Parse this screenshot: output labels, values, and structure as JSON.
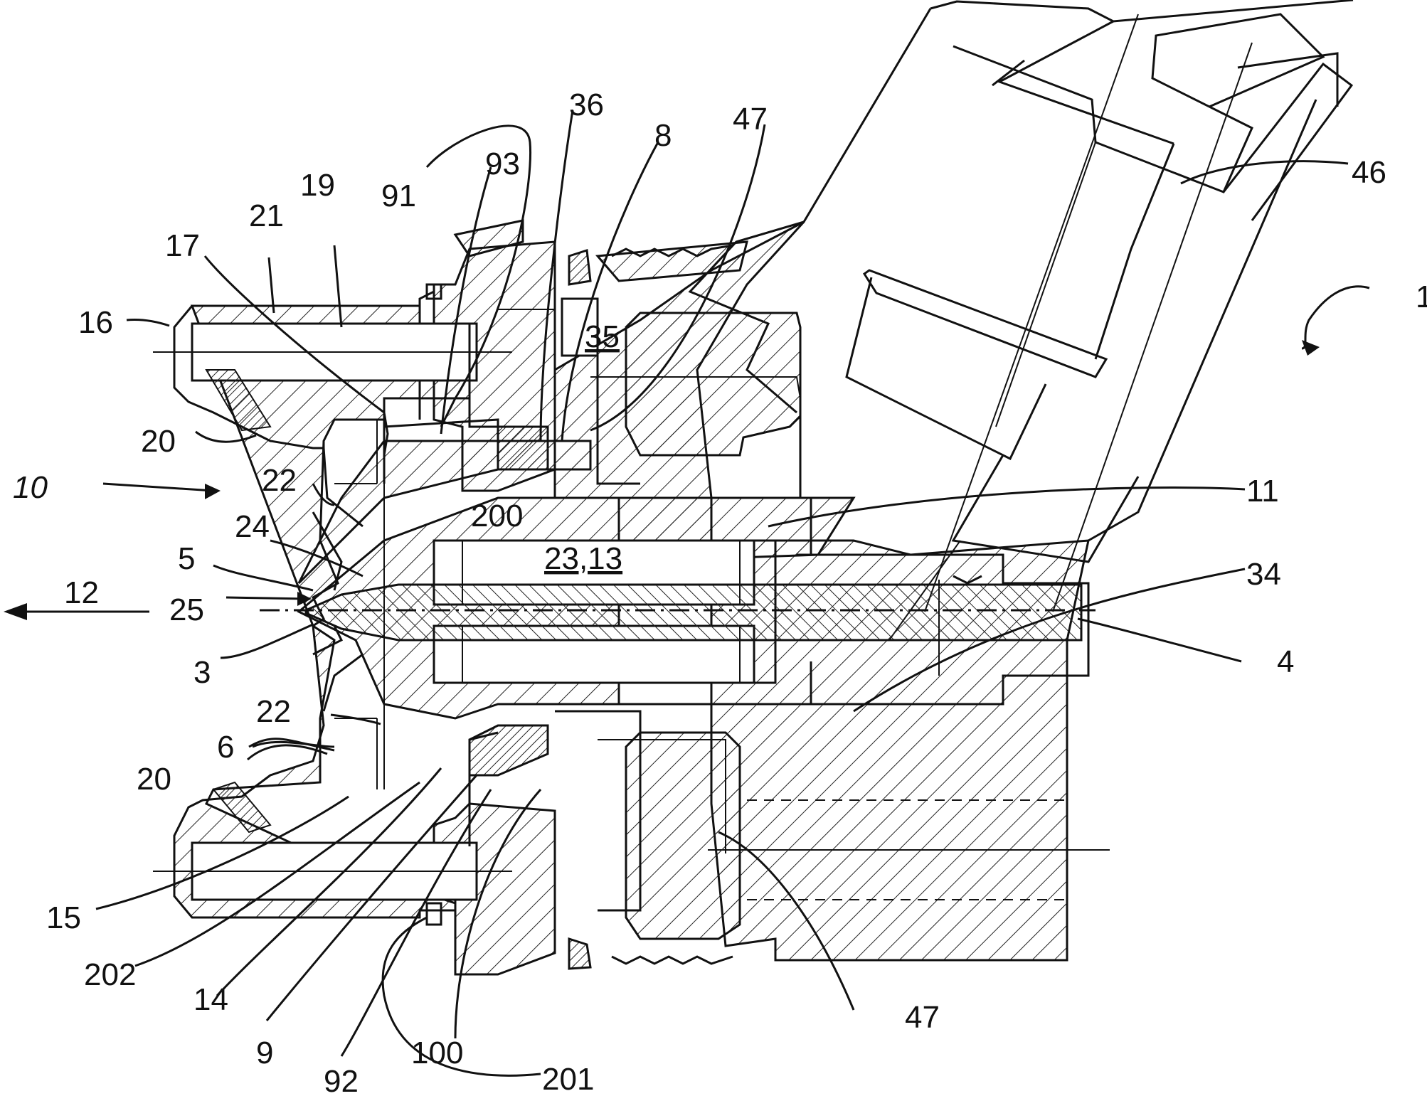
{
  "figure": {
    "labels": [
      {
        "id": "l16",
        "text": "16"
      },
      {
        "id": "l17",
        "text": "17"
      },
      {
        "id": "l21",
        "text": "21"
      },
      {
        "id": "l19",
        "text": "19"
      },
      {
        "id": "l91",
        "text": "91"
      },
      {
        "id": "l93",
        "text": "93"
      },
      {
        "id": "l36",
        "text": "36"
      },
      {
        "id": "l8",
        "text": "8"
      },
      {
        "id": "l47a",
        "text": "47"
      },
      {
        "id": "l46",
        "text": "46"
      },
      {
        "id": "l1",
        "text": "1"
      },
      {
        "id": "l35",
        "text": "35"
      },
      {
        "id": "l20a",
        "text": "20"
      },
      {
        "id": "l10",
        "text": "10"
      },
      {
        "id": "l22a",
        "text": "22"
      },
      {
        "id": "l200",
        "text": "200"
      },
      {
        "id": "l11",
        "text": "11"
      },
      {
        "id": "l24",
        "text": "24"
      },
      {
        "id": "l2313",
        "text": "23,13"
      },
      {
        "id": "l5",
        "text": "5"
      },
      {
        "id": "l34",
        "text": "34"
      },
      {
        "id": "l12",
        "text": "12"
      },
      {
        "id": "l25",
        "text": "25"
      },
      {
        "id": "l3",
        "text": "3"
      },
      {
        "id": "l4",
        "text": "4"
      },
      {
        "id": "l22b",
        "text": "22"
      },
      {
        "id": "l6",
        "text": "6"
      },
      {
        "id": "l20b",
        "text": "20"
      },
      {
        "id": "l15",
        "text": "15"
      },
      {
        "id": "l202",
        "text": "202"
      },
      {
        "id": "l14",
        "text": "14"
      },
      {
        "id": "l9",
        "text": "9"
      },
      {
        "id": "l92",
        "text": "92"
      },
      {
        "id": "l100",
        "text": "100"
      },
      {
        "id": "l201",
        "text": "201"
      },
      {
        "id": "l47b",
        "text": "47"
      }
    ]
  }
}
